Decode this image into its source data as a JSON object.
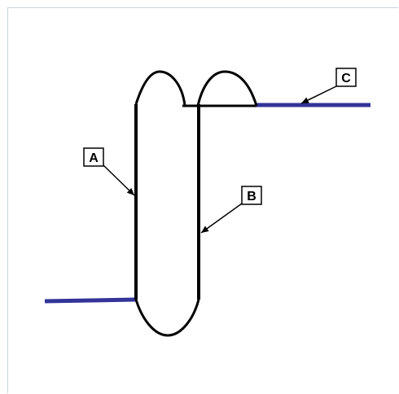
{
  "diagram": {
    "labels": [
      {
        "id": "A",
        "text": "A"
      },
      {
        "id": "B",
        "text": "B"
      },
      {
        "id": "C",
        "text": "C"
      }
    ],
    "colors": {
      "outline": "#000000",
      "lead_lines": "#333399",
      "frame": "#c9d3dc",
      "background": "#ffffff"
    },
    "icons": {
      "arrow": "arrow-icon"
    }
  }
}
